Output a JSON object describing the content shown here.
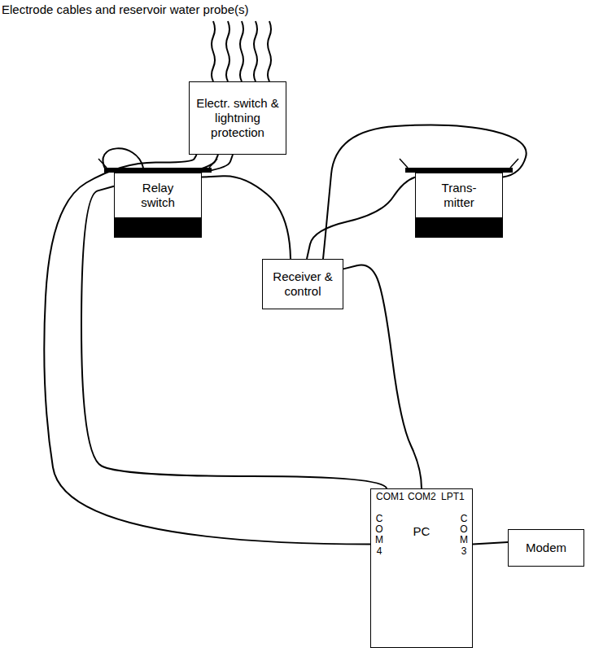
{
  "diagram": {
    "nodes": [
      {
        "text": [
          "Electr. switch & lightning protection"
        ]
      },
      {
        "text": [
          "Relay switch"
        ]
      },
      {
        "text": [
          "Receiver & control"
        ]
      },
      {
        "text": [
          "Trans- mitter"
        ]
      },
      {
        "text": [
          "COM1",
          "COM2",
          "LPT1",
          "C O M 4",
          "PC",
          "C O M 3"
        ]
      },
      {
        "text": [
          "Modem"
        ]
      }
    ],
    "edges": [
      {
        "from": 0,
        "to": 4,
        "arrow": "none"
      },
      {
        "from": 0,
        "to": 1,
        "arrow": "none"
      },
      {
        "from": 0,
        "to": 1,
        "arrow": "none"
      },
      {
        "from": 1,
        "to": 4,
        "arrow": "none"
      },
      {
        "from": 1,
        "to": 2,
        "arrow": "none"
      },
      {
        "from": 2,
        "to": 3,
        "arrow": "none"
      },
      {
        "from": 2,
        "to": 3,
        "arrow": "none"
      },
      {
        "from": 2,
        "to": 4,
        "arrow": "none"
      },
      {
        "from": 4,
        "to": 5,
        "arrow": "none"
      }
    ],
    "labels": [
      "Electrode cables and reservoir water probe(s)"
    ]
  }
}
